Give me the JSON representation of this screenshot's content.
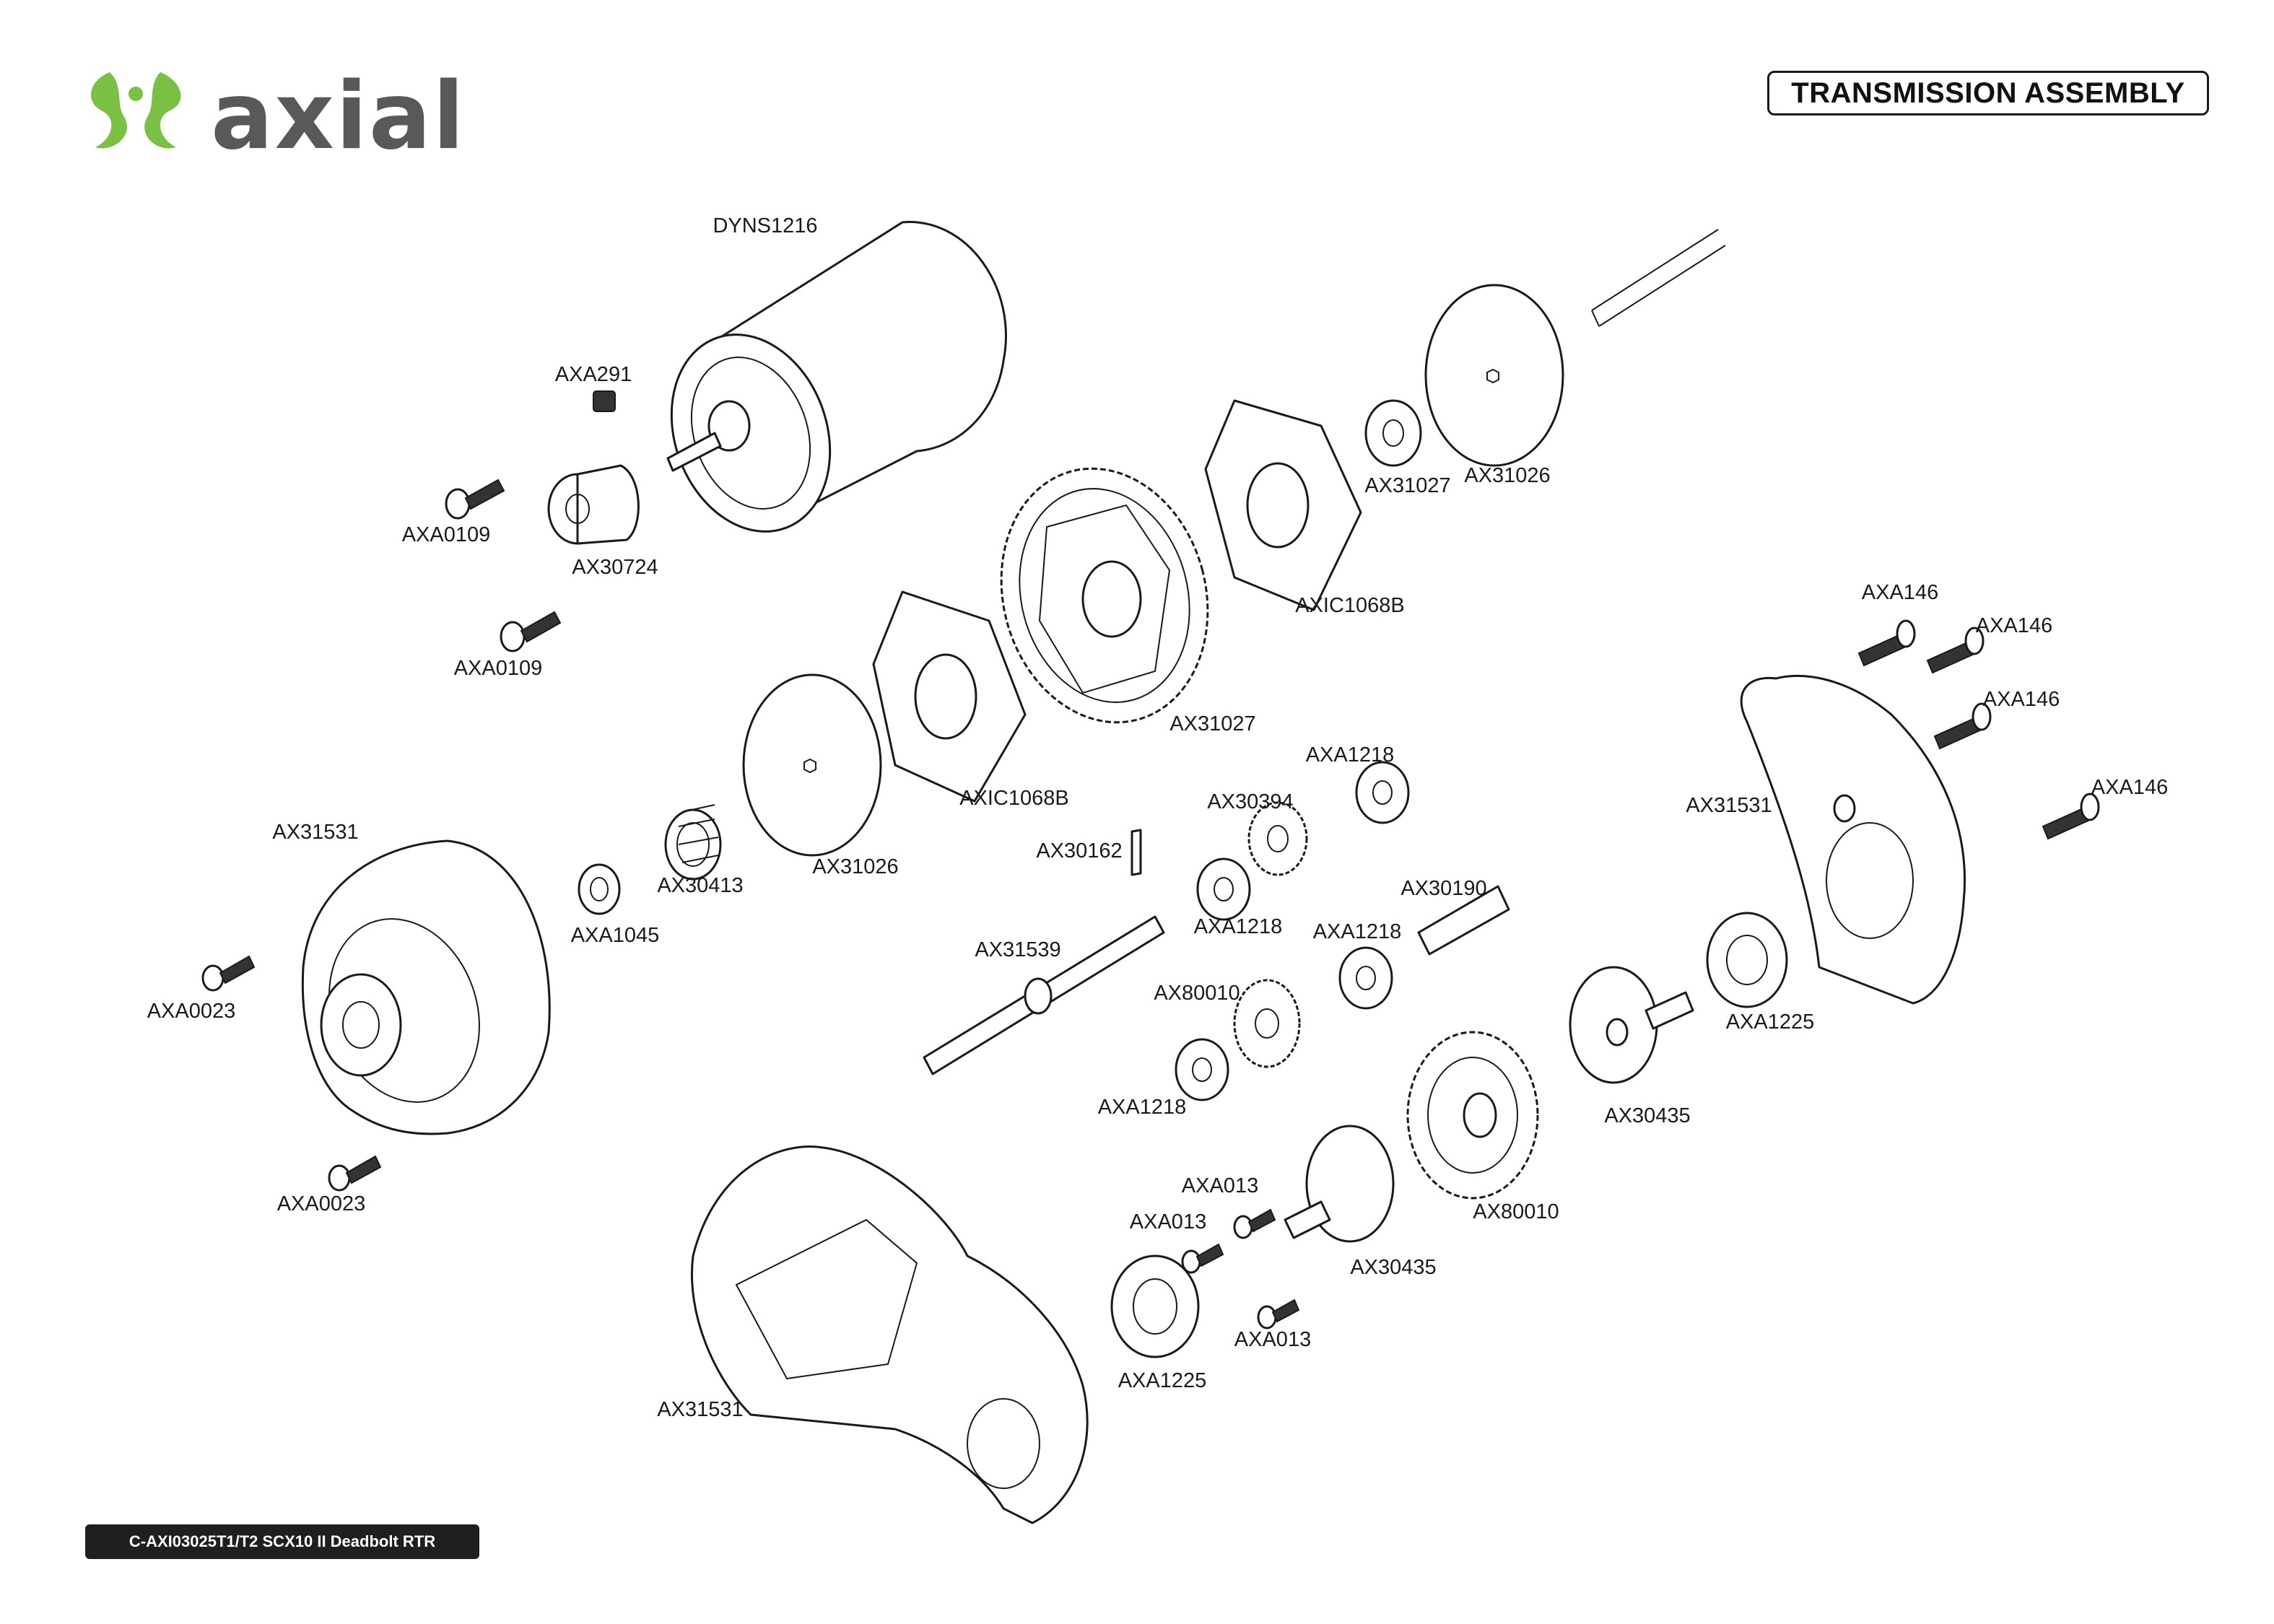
{
  "logo": {
    "wordmark": "axial",
    "icon": "axial-leaf-icon",
    "brand_green": "#7ac143",
    "brand_gray": "#58595b"
  },
  "title": "TRANSMISSION ASSEMBLY",
  "footer": "C-AXI03025T1/T2 SCX10 II Deadbolt RTR",
  "parts": {
    "dyns1216": "DYNS1216",
    "axa291": "AXA291",
    "axa0109_a": "AXA0109",
    "ax30724": "AX30724",
    "axa0109_b": "AXA0109",
    "ax31027_bearing": "AX31027",
    "ax31026_top": "AX31026",
    "axic1068b_top": "AXIC1068B",
    "ax31027_gear": "AX31027",
    "axa146_1": "AXA146",
    "axa146_2": "AXA146",
    "axa146_3": "AXA146",
    "axa146_4": "AXA146",
    "ax31531_left": "AX31531",
    "ax31531_right": "AX31531",
    "ax31531_bottom": "AX31531",
    "axa1218_1": "AXA1218",
    "ax30394": "AX30394",
    "ax30162": "AX30162",
    "ax30190": "AX30190",
    "axa1218_2": "AXA1218",
    "axa1218_3": "AXA1218",
    "axa1218_4": "AXA1218",
    "ax31539": "AX31539",
    "ax80010_small": "AX80010",
    "axic1068b_bottom": "AXIC1068B",
    "ax31026_bottom": "AX31026",
    "ax30413": "AX30413",
    "axa1045": "AXA1045",
    "axa0023_a": "AXA0023",
    "axa0023_b": "AXA0023",
    "axa1225_right": "AXA1225",
    "ax30435_right": "AX30435",
    "ax80010_large": "AX80010",
    "axa013_1": "AXA013",
    "axa013_2": "AXA013",
    "axa013_3": "AXA013",
    "ax30435_bottom": "AX30435",
    "axa1225_bottom": "AXA1225"
  }
}
